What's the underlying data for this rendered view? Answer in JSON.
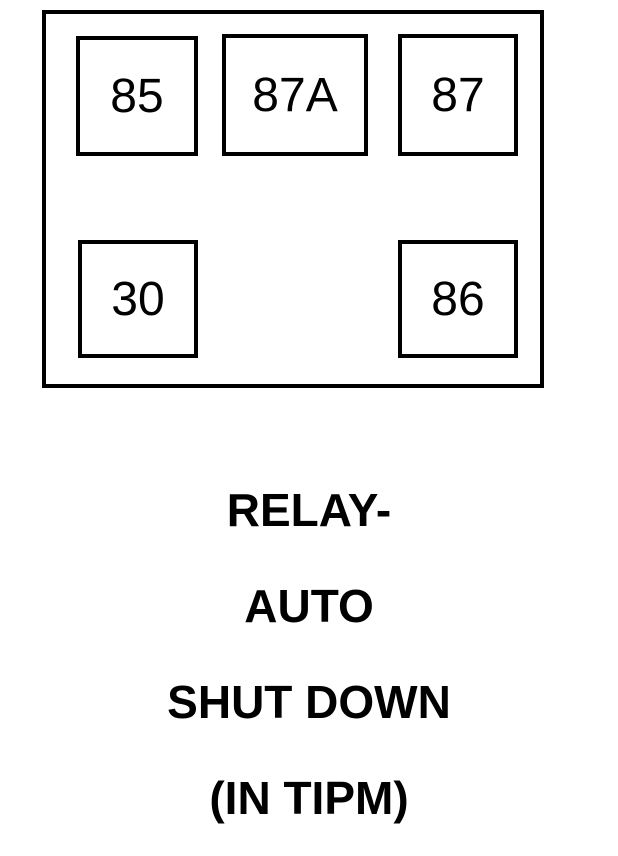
{
  "diagram": {
    "pins": [
      {
        "label": "85"
      },
      {
        "label": "87A"
      },
      {
        "label": "87"
      },
      {
        "label": "30"
      },
      {
        "label": "86"
      }
    ],
    "caption": {
      "line1": "RELAY-",
      "line2": "AUTO",
      "line3": "SHUT DOWN",
      "line4": "(IN TIPM)"
    }
  }
}
